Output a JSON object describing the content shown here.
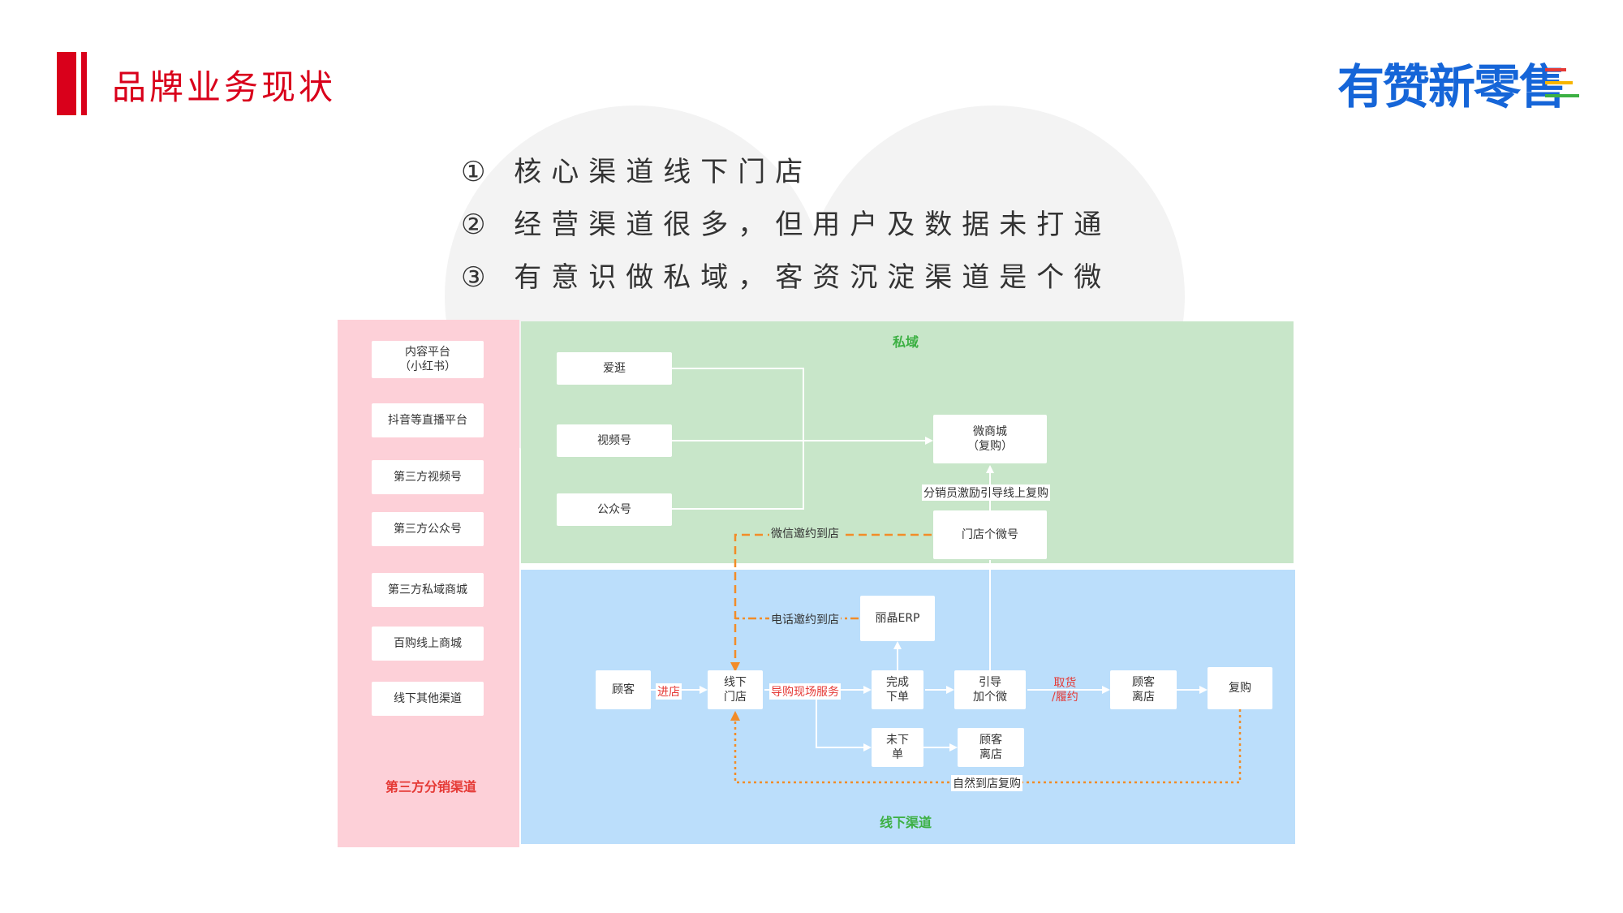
{
  "header": {
    "title": "品牌业务现状",
    "logo_text": "有赞新零售",
    "brand_color": "#d9001b",
    "logo_color": "#1565d8"
  },
  "points": [
    "① 核心渠道线下门店",
    "② 经营渠道很多，但用户及数据未打通",
    "③ 有意识做私域，客资沉淀渠道是个微"
  ],
  "panels": {
    "third_party": {
      "title": "第三方分销渠道",
      "color": "#fdd0d8",
      "title_color": "#e53935"
    },
    "private": {
      "title": "私域",
      "color": "#c8e6c9",
      "title_color": "#3cb043"
    },
    "offline": {
      "title": "线下渠道",
      "color": "#bbdefb",
      "title_color": "#3cb043"
    }
  },
  "third_party_channels": [
    "内容平台\n（小红书）",
    "抖音等直播平台",
    "第三方视频号",
    "第三方公众号",
    "第三方私域商城",
    "百购线上商城",
    "线下其他渠道"
  ],
  "nodes": {
    "aiguang": "爱逛",
    "shipinhao": "视频号",
    "gongzhonghao": "公众号",
    "weishangcheng": "微商城\n（复购）",
    "mendian_geweihao": "门店个微号",
    "lijing_erp": "丽晶ERP",
    "guke": "顾客",
    "xianxia_mendian": "线下\n门店",
    "wancheng_xiadan": "完成\n下单",
    "yindao_jiagewei": "引导\n加个微",
    "guke_lidian_1": "顾客\n离店",
    "fugou": "复购",
    "wei_xiadan": "未下\n单",
    "guke_lidian_2": "顾客\n离店"
  },
  "edge_labels": {
    "fenxiao": "分销员激励引导线上复购",
    "weixin_yaoyue": "微信邀约到店",
    "dianhua_yaoyue": "电话邀约到店",
    "jindian": "进店",
    "daogou": "导购现场服务",
    "quhuo": "取货\n/履约",
    "ziran_fugou": "自然到店复购"
  },
  "colors": {
    "accent_red": "#e53935",
    "dashed_orange": "#f28c28"
  }
}
